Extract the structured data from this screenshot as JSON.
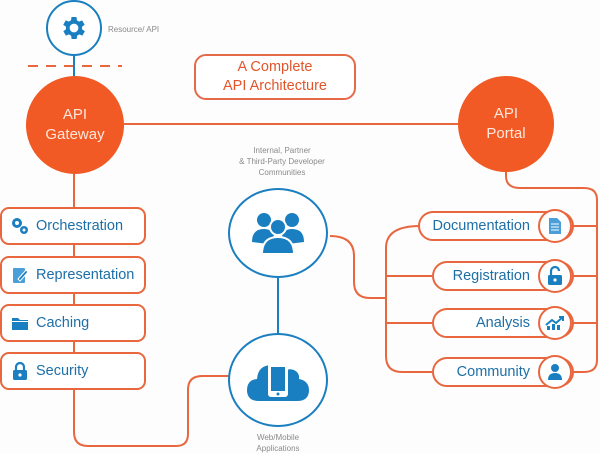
{
  "title": {
    "line1": "A Complete",
    "line2": "API Architecture"
  },
  "resource": {
    "label": "Resource/ API",
    "icon": "gear-icon"
  },
  "gateway": {
    "line1": "API",
    "line2": "Gateway"
  },
  "portal": {
    "line1": "API",
    "line2": "Portal"
  },
  "communities": {
    "line1": "Internal, Partner",
    "line2": "& Third-Party Developer",
    "line3": "Communities",
    "icon": "users-icon"
  },
  "apps": {
    "line1": "Web/Mobile",
    "line2": "Applications",
    "icon": "cloud-mobile-icon"
  },
  "gateway_items": [
    {
      "label": "Orchestration",
      "icon": "gears-icon"
    },
    {
      "label": "Representation",
      "icon": "edit-document-icon"
    },
    {
      "label": "Caching",
      "icon": "folder-icon"
    },
    {
      "label": "Security",
      "icon": "lock-icon"
    }
  ],
  "portal_items": [
    {
      "label": "Documentation",
      "icon": "document-icon"
    },
    {
      "label": "Registration",
      "icon": "unlock-icon"
    },
    {
      "label": "Analysis",
      "icon": "chart-growth-icon"
    },
    {
      "label": "Community",
      "icon": "user-icon"
    }
  ],
  "colors": {
    "orange": "#f15a24",
    "line": "#e8673f",
    "blue": "#1a7fc0",
    "text_blue": "#1d6fa8"
  }
}
